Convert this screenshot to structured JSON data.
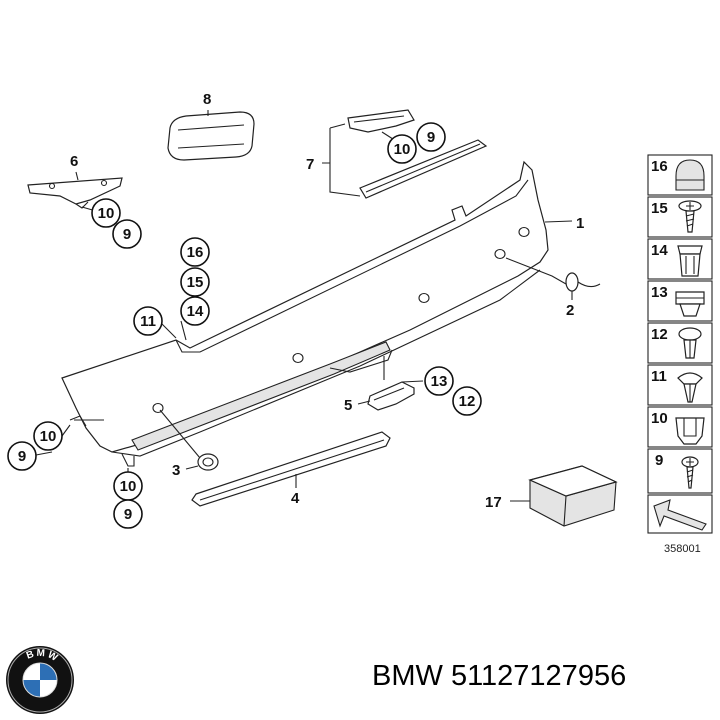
{
  "diagram": {
    "callouts": {
      "p1": "1",
      "p2": "2",
      "p3": "3",
      "p4": "4",
      "p5": "5",
      "p6": "6",
      "p7": "7",
      "p8": "8",
      "c9a": "9",
      "c9b": "9",
      "c9c": "9",
      "c9d": "9",
      "c10a": "10",
      "c10b": "10",
      "c10c": "10",
      "c10d": "10",
      "c11": "11",
      "c12": "12",
      "c13": "13",
      "c14": "14",
      "c15": "15",
      "c16": "16",
      "p17": "17"
    },
    "legend": [
      "16",
      "15",
      "14",
      "13",
      "12",
      "11",
      "10",
      "9"
    ],
    "reference_code": "358001"
  },
  "footer": {
    "brand": "BMW",
    "part_number": "51127127956",
    "logo_letters": "BMW"
  }
}
